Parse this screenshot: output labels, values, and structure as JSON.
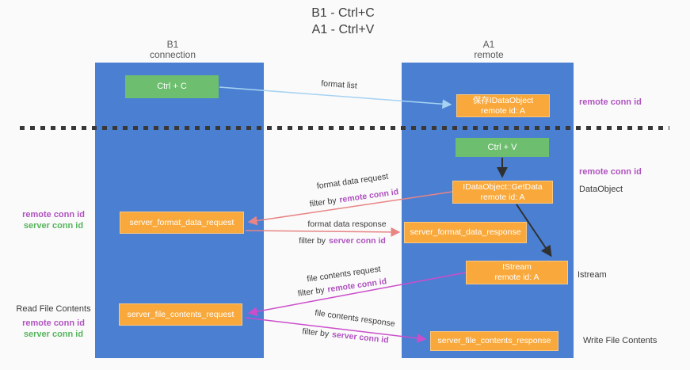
{
  "title": {
    "line1": "B1 - Ctrl+C",
    "line2": "A1 - Ctrl+V"
  },
  "lifelines": {
    "left": {
      "name": "B1",
      "role": "connection"
    },
    "right": {
      "name": "A1",
      "role": "remote"
    }
  },
  "boxes": {
    "ctrl_c": {
      "label": "Ctrl + C"
    },
    "ctrl_v": {
      "label": "Ctrl + V"
    },
    "save_idataobject": {
      "line1": "保存IDataObject",
      "line2": "remote id: A"
    },
    "idataobject_getdata": {
      "line1": "IDataObject::GetData",
      "line2": "remote id: A"
    },
    "istream": {
      "line1": "IStream",
      "line2": "remote id: A"
    },
    "server_format_data_request": {
      "label": "server_format_data_request"
    },
    "server_format_data_response": {
      "label": "server_format_data_response"
    },
    "server_file_contents_request": {
      "label": "server_file_contents_request"
    },
    "server_file_contents_response": {
      "label": "server_file_contents_response"
    }
  },
  "arrow_labels": {
    "format_list": "format list",
    "format_data_request": "format data request",
    "format_data_response": "format data response",
    "file_contents_request": "file contents request",
    "file_contents_response": "file contents response"
  },
  "terms": {
    "filter_by": "filter by",
    "remote_conn_id": "remote conn id",
    "server_conn_id": "server conn id"
  },
  "side_labels": {
    "dataobject": "DataObject",
    "istream": "Istream",
    "read_file_contents": "Read File Contents",
    "write_file_contents": "Write File Contents"
  },
  "colors": {
    "lifeline_blue": "#4a7fd2",
    "action_green": "#6dbe6e",
    "message_orange": "#f9a93c",
    "remote_conn_purple": "#b052c0",
    "server_conn_green": "#56b45c",
    "format_arrow_salmon": "#e88585",
    "file_arrow_magenta": "#cb4ecb",
    "format_list_blue": "#a6d3f2",
    "local_arrow_black": "#303030",
    "background": "#fafafa"
  }
}
